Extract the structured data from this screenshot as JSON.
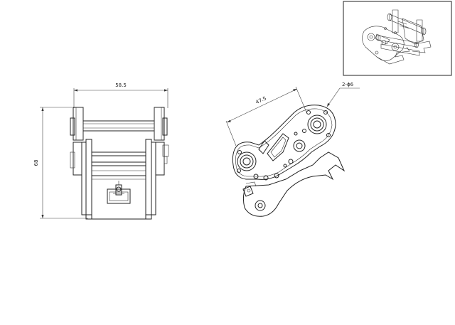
{
  "drawing": {
    "front_view": {
      "width_dimension": "58.5",
      "height_dimension": "68"
    },
    "side_view": {
      "pin_spacing_dimension": "47.5",
      "hole_callout": "2-ϕ6"
    },
    "iso_view": {
      "label": ""
    }
  }
}
